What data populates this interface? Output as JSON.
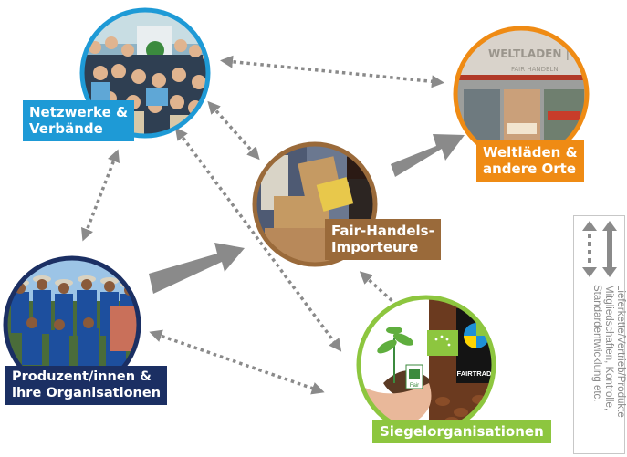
{
  "nodes": {
    "netzwerke": {
      "line1": "Netzwerke &",
      "line2": "Verbände"
    },
    "weltlaeden": {
      "line1": "Weltläden &",
      "line2": "andere Orte"
    },
    "importeure": {
      "line1": "Fair-Handels-",
      "line2": "Importeure"
    },
    "produzenten": {
      "line1": "Produzent/innen &",
      "line2": "ihre Organisationen"
    },
    "siegel": {
      "line1": "Siegelorganisationen"
    }
  },
  "photo_text": {
    "shop_sign": "WELTLADEN | KO",
    "shop_sub": "FAIR HANDELN",
    "fairtrade_mark": "FAIRTRADE",
    "fair_tag": "Fair"
  },
  "legend": {
    "solid_line": "Lieferkette/Vertrieb/Produkte",
    "dotted_line1": "Mitgliedschaften, Kontrolle,",
    "dotted_line2": "Standardentwicklung etc."
  },
  "colors": {
    "netzwerke": "#1e9ad6",
    "weltlaeden": "#ef8b14",
    "importeure": "#9a6a3a",
    "produzenten": "#1b2f63",
    "siegel": "#8dc63f",
    "arrow": "#8a8a8a"
  }
}
